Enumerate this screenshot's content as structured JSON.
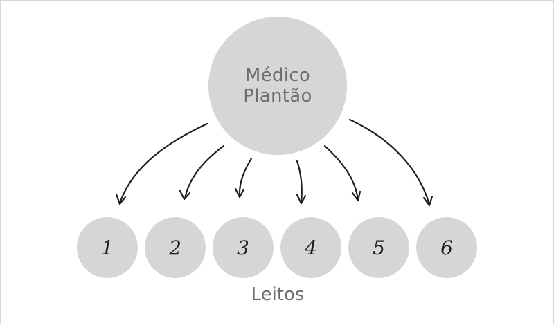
{
  "center": {
    "line1": "Médico",
    "line2": "Plantão"
  },
  "beds": [
    {
      "label": "1"
    },
    {
      "label": "2"
    },
    {
      "label": "3"
    },
    {
      "label": "4"
    },
    {
      "label": "5"
    },
    {
      "label": "6"
    }
  ],
  "group_label": "Leitos",
  "colors": {
    "node_fill": "#d6d6d6",
    "label_text": "#6e6e6e",
    "arrow": "#1e1e1e"
  }
}
